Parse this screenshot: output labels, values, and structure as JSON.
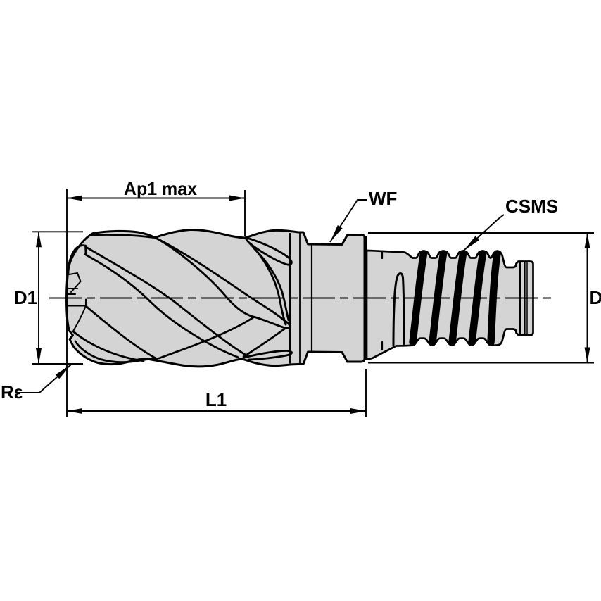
{
  "drawing": {
    "description": "technical dimension drawing of a modular end mill with threaded coupling",
    "background_color": "#ffffff",
    "body_fill_color": "#d4d4d4",
    "line_color": "#000000",
    "labels": {
      "ap1_max": "Ap1 max",
      "wf": "WF",
      "csms": "CSMS",
      "d1": "D1",
      "d": "D",
      "r_epsilon": "Rε",
      "l1": "L1"
    }
  }
}
